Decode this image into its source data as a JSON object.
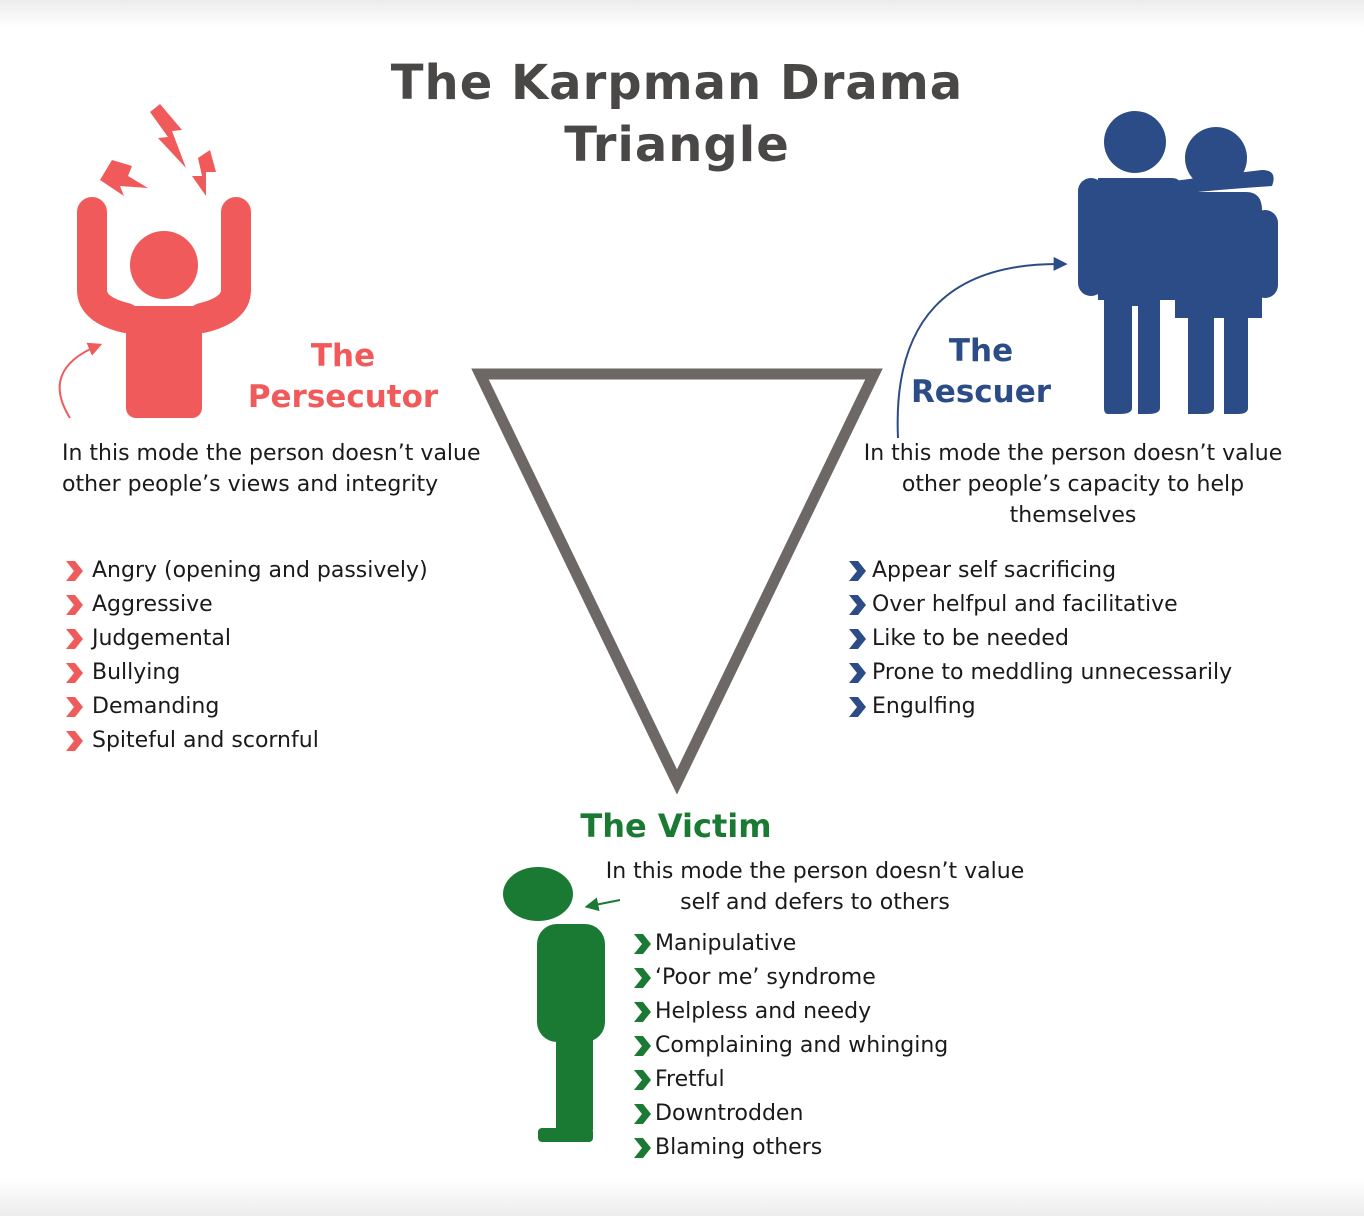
{
  "title": "The Karpman Drama Triangle",
  "colors": {
    "persecutor": "#f05a5a",
    "rescuer": "#2b4c86",
    "victim": "#1a7a34",
    "triangle": "#6d6766",
    "title": "#4a4747"
  },
  "icons": {
    "persecutor": "angry-person-arms-raised-icon",
    "rescuer": "two-people-embracing-icon",
    "victim": "head-down-person-icon",
    "bullet": "chevron-right-icon"
  },
  "persecutor": {
    "heading": "The Persecutor",
    "description": "In this mode the person doesn’t value other people’s views and integrity",
    "traits": [
      "Angry (opening and passively)",
      "Aggressive",
      "Judgemental",
      "Bullying",
      "Demanding",
      "Spiteful and scornful"
    ]
  },
  "rescuer": {
    "heading": "The Rescuer",
    "description": "In this mode the person doesn’t value other people’s capacity to help themselves",
    "traits": [
      "Appear self sacrificing",
      "Over helfpul and facilitative",
      "Like to be needed",
      "Prone to meddling unnecessarily",
      "Engulfing"
    ]
  },
  "victim": {
    "heading": "The Victim",
    "description": "In this mode the person doesn’t value self and defers to others",
    "traits": [
      "Manipulative",
      "‘Poor me’ syndrome",
      "Helpless and needy",
      "Complaining and whinging",
      "Fretful",
      "Downtrodden",
      "Blaming others"
    ]
  }
}
